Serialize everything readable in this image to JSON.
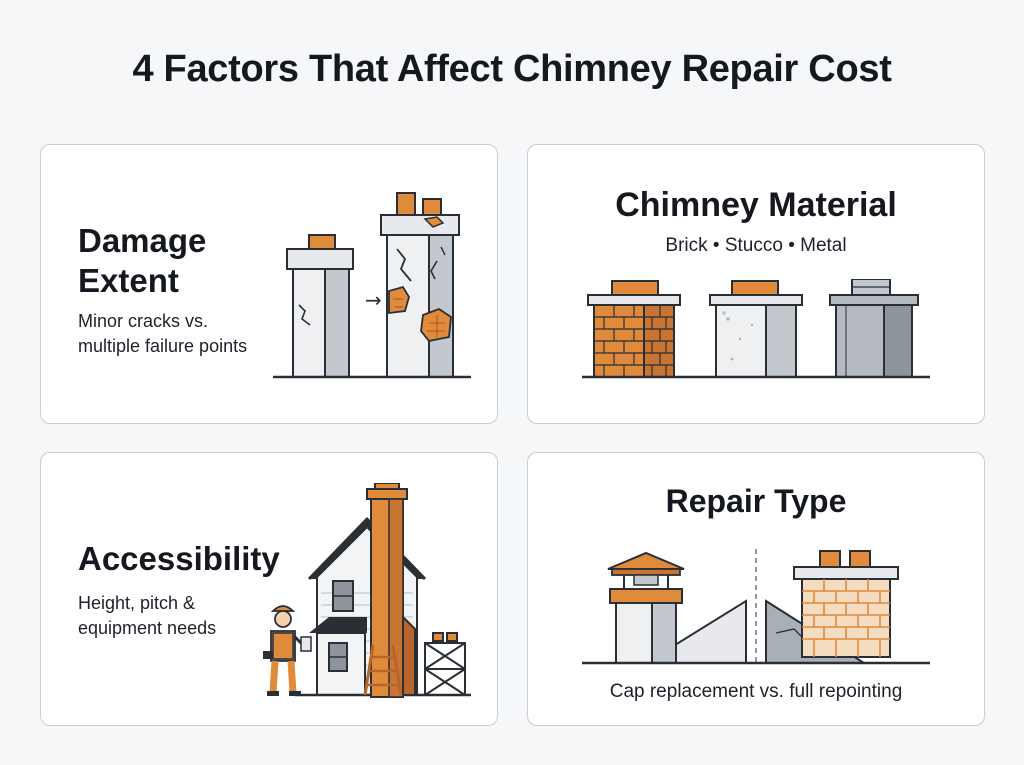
{
  "title": "4 Factors That Affect Chimney Repair Cost",
  "cards": [
    {
      "heading_line1": "Damage",
      "heading_line2": "Extent",
      "desc_line1": "Minor cracks vs.",
      "desc_line2": "multiple failure points",
      "arrow_glyph": "→"
    },
    {
      "heading": "Chimney Material",
      "subtitle": "Brick • Stucco • Metal"
    },
    {
      "heading": "Accessibility",
      "desc_line1": "Height, pitch &",
      "desc_line2": "equipment needs"
    },
    {
      "heading": "Repair Type",
      "caption": "Cap replacement vs. full repointing"
    }
  ],
  "colors": {
    "orange": "#e08a3c",
    "orange_dark": "#b8652a",
    "stone": "#e7e9ec",
    "stone_dark": "#a9afb7",
    "metal": "#b5bac1",
    "outline": "#2a2f36"
  }
}
